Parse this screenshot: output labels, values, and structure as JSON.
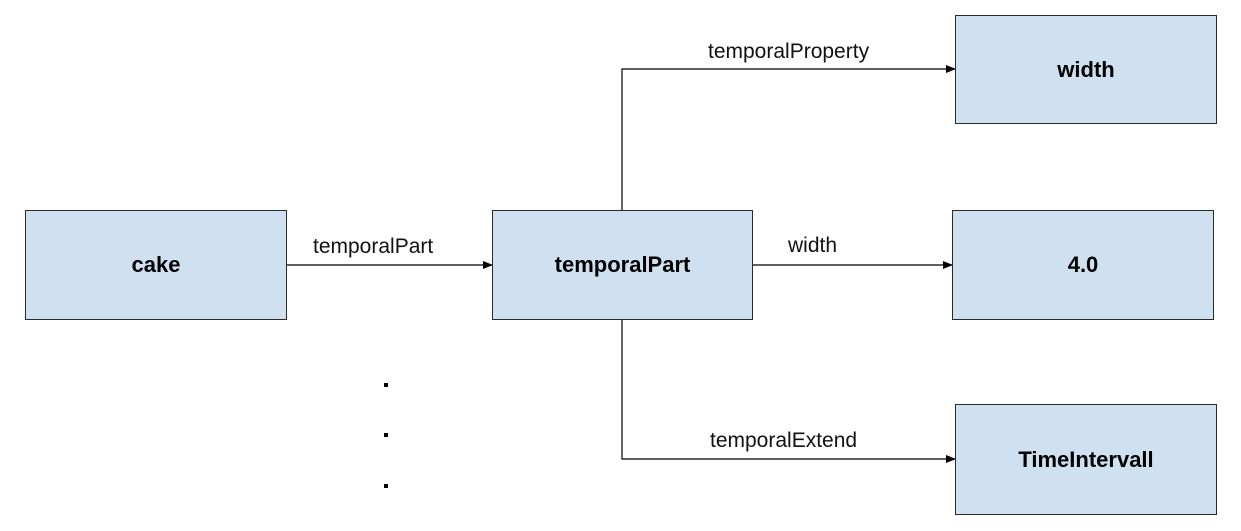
{
  "colors": {
    "node_fill": "#cfe0f1",
    "node_border": "#2b2b2b",
    "edge": "#000000"
  },
  "nodes": {
    "cake": "cake",
    "temporal_part": "temporalPart",
    "width": "width",
    "value": "4.0",
    "time_interval": "TimeIntervall"
  },
  "edges": {
    "temporal_part": "temporalPart",
    "temporal_property": "temporalProperty",
    "width": "width",
    "temporal_extend": "temporalExtend"
  },
  "continuation_dots": 3
}
